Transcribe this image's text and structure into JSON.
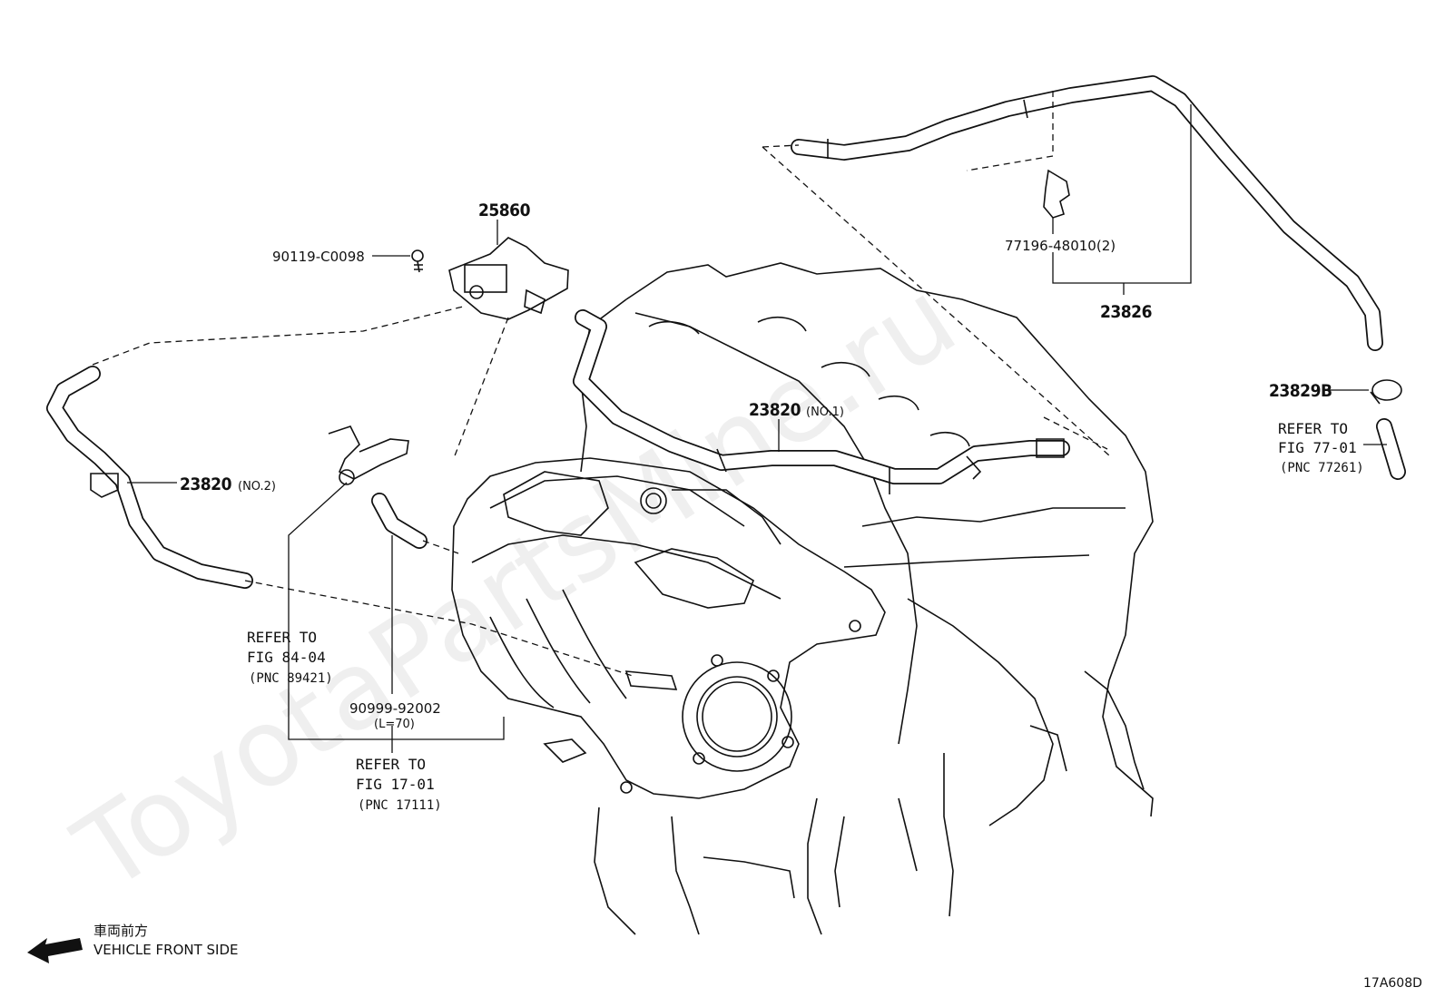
{
  "watermark": "ToyotaPartsMine.ru",
  "labels": {
    "p25860": "25860",
    "p90119": "90119-C0098",
    "p77196": "77196-48010(2)",
    "p23826": "23826",
    "p23829b": "23829B",
    "p23820_no1": "23820",
    "q_no1": "(NO.1)",
    "p23820_no2": "23820",
    "q_no2": "(NO.2)",
    "p90999": "90999-92002",
    "q_l70": "(L=70)"
  },
  "refs": {
    "fig8404": [
      "REFER TO",
      "FIG 84-04",
      "(PNC 89421)"
    ],
    "fig1701": [
      "REFER TO",
      "FIG 17-01",
      "(PNC 17111)"
    ],
    "fig7701": [
      "REFER TO",
      "FIG 77-01",
      "(PNC 77261)"
    ]
  },
  "front": {
    "jp": "車両前方",
    "en": "VEHICLE FRONT SIDE"
  },
  "figure_code": "17A608D"
}
